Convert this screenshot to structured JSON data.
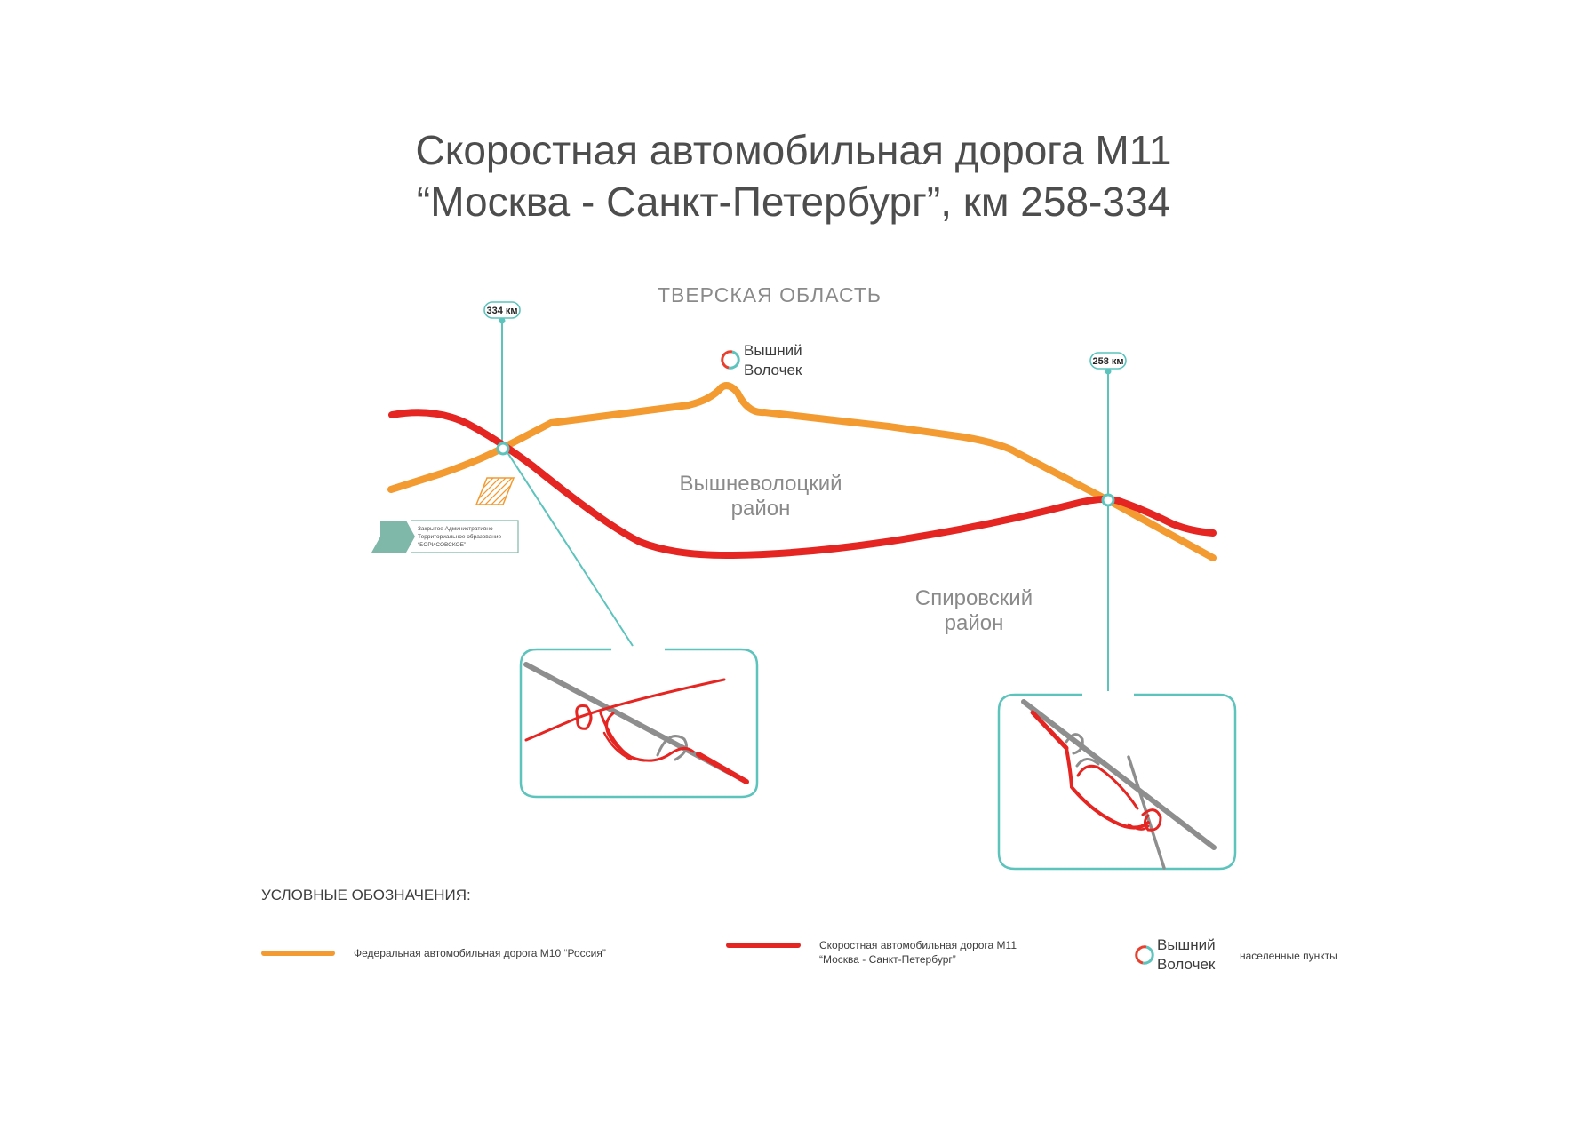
{
  "title": {
    "line1": "Скоростная автомобильная дорога М11",
    "line2": "“Москва - Санкт-Петербург”, км 258-334"
  },
  "region_label": "ТВЕРСКАЯ ОБЛАСТЬ",
  "city": {
    "line1": "Вышний",
    "line2": "Волочек"
  },
  "districts": [
    {
      "line1": "Вышневолоцкий",
      "line2": "район"
    },
    {
      "line1": "Спировский",
      "line2": "район"
    }
  ],
  "km_markers": [
    {
      "label": "334 км"
    },
    {
      "label": "258 км"
    }
  ],
  "zato": {
    "line1": "Закрытое Административно-",
    "line2": "Территориальное образование",
    "line3": "“БОРИСОВСКОЕ”"
  },
  "legend": {
    "heading": "УСЛОВНЫЕ ОБОЗНАЧЕНИЯ:",
    "m10": {
      "label": "Федеральная автомобильная дорога М10 “Россия”",
      "color": "#f39a30"
    },
    "m11": {
      "line1": "Скоростная автомобильная дорога М11",
      "line2": "“Москва - Санкт-Петербург”",
      "color": "#e52521"
    },
    "settlement": {
      "city_line1": "Вышний",
      "city_line2": "Волочек",
      "label": "населенные пункты"
    }
  },
  "colors": {
    "m10_orange": "#f39a30",
    "m11_red": "#e52521",
    "teal": "#5cc3bd",
    "interchange_gray": "#8e8e8e",
    "zato_green": "#7fb7a9"
  }
}
